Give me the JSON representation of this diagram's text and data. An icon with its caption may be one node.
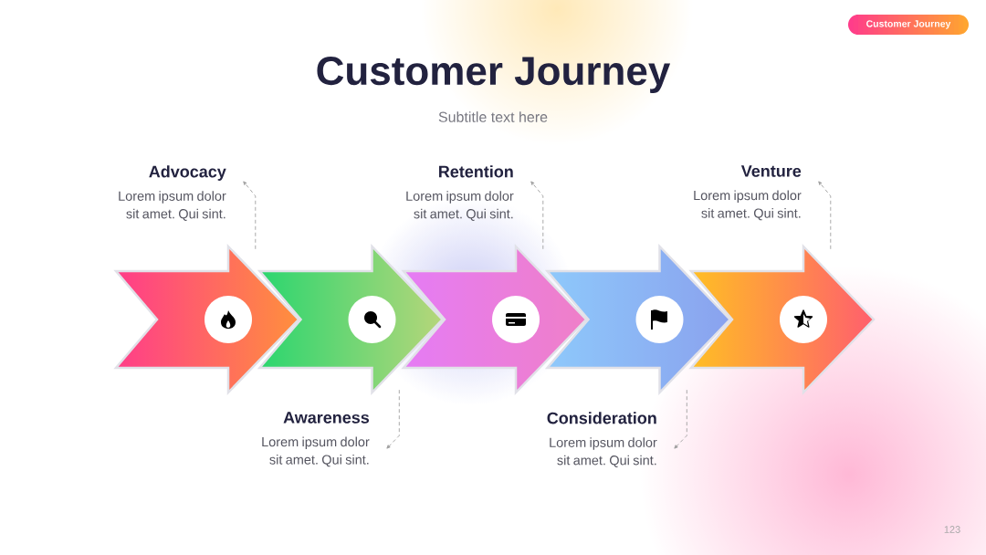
{
  "diagram": {
    "title": "Customer Journey",
    "nodes": [
      {
        "text": [
          "Customer Journey"
        ]
      },
      {
        "text": [],
        "shape": "arrow"
      },
      {
        "text": [],
        "shape": "arrow"
      },
      {
        "text": [],
        "shape": "arrow"
      },
      {
        "text": [],
        "shape": "arrow"
      },
      {
        "text": [],
        "shape": "arrow"
      },
      {
        "text": [
          "Advocacy",
          "Lorem ipsum dolor sit amet. Qui sint."
        ]
      },
      {
        "text": [
          "Awareness",
          "Lorem ipsum dolor sit amet. Qui sint."
        ]
      },
      {
        "text": [
          "Retention",
          "Lorem ipsum dolor sit amet. Qui sint."
        ]
      },
      {
        "text": [
          "Consideration",
          "Lorem ipsum dolor sit amet. Qui sint."
        ]
      },
      {
        "text": [
          "Venture",
          "Lorem ipsum dolor sit amet. Qui sint."
        ]
      }
    ],
    "edges": [
      {
        "from": 1,
        "to": 6,
        "arrow": "to",
        "style": "dashed"
      },
      {
        "from": 2,
        "to": 7,
        "arrow": "to",
        "style": "dashed"
      },
      {
        "from": 3,
        "to": 8,
        "arrow": "to",
        "style": "dashed"
      },
      {
        "from": 4,
        "to": 9,
        "arrow": "to",
        "style": "dashed"
      },
      {
        "from": 5,
        "to": 10,
        "arrow": "to",
        "style": "dashed"
      }
    ],
    "labels": [
      "Subtitle text here",
      "123"
    ]
  }
}
